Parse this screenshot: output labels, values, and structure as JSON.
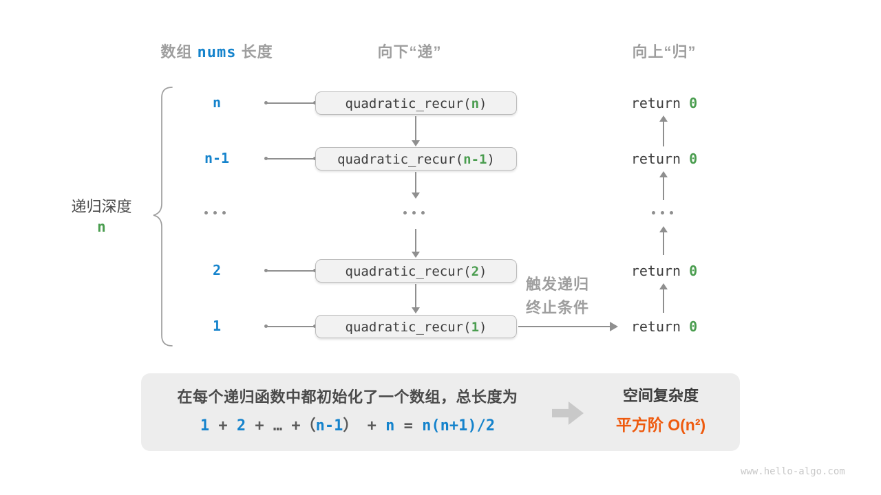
{
  "headers": {
    "col1_prefix": "数组 ",
    "col1_code": "nums",
    "col1_suffix": " 长度",
    "col2": "向下“递”",
    "col3": "向上“归”"
  },
  "depth": {
    "label": "递归深度",
    "value": "n"
  },
  "rows": [
    {
      "length": "n",
      "call_pre": "quadratic_recur(",
      "arg": "n",
      "call_post": ")",
      "ret_pre": "return ",
      "ret_val": "0"
    },
    {
      "length": "n-1",
      "call_pre": "quadratic_recur(",
      "arg": "n-1",
      "call_post": ")",
      "ret_pre": "return ",
      "ret_val": "0"
    },
    {
      "length": "2",
      "call_pre": "quadratic_recur(",
      "arg": "2",
      "call_post": ")",
      "ret_pre": "return ",
      "ret_val": "0"
    },
    {
      "length": "1",
      "call_pre": "quadratic_recur(",
      "arg": "1",
      "call_post": ")",
      "ret_pre": "return ",
      "ret_val": "0"
    }
  ],
  "trigger_note": {
    "line1": "触发递归",
    "line2": "终止条件"
  },
  "summary": {
    "line1": "在每个递归函数中都初始化了一个数组，总长度为",
    "formula": {
      "t1": "1",
      "plus1": "+",
      "t2": "2",
      "plus2": "+",
      "ellipsis": "…",
      "plus3": "+",
      "lparen": "（",
      "t3": "n-1",
      "rparen": "）",
      "plus4": "+",
      "t4": "n",
      "equals": "=",
      "rhs": "n(n+1)/2"
    }
  },
  "result": {
    "title": "空间复杂度",
    "value": "平方阶 O(n²)"
  },
  "watermark": "www.hello-algo.com",
  "colors": {
    "blue": "#1583cc",
    "green": "#4a9d4f",
    "orange": "#ee5a0e",
    "gray_text": "#9e9e9e",
    "dark_text": "#3c3c3c",
    "line_gray": "#8f8f8f",
    "box_fill": "#f2f2f2",
    "panel_fill": "#ededed"
  }
}
